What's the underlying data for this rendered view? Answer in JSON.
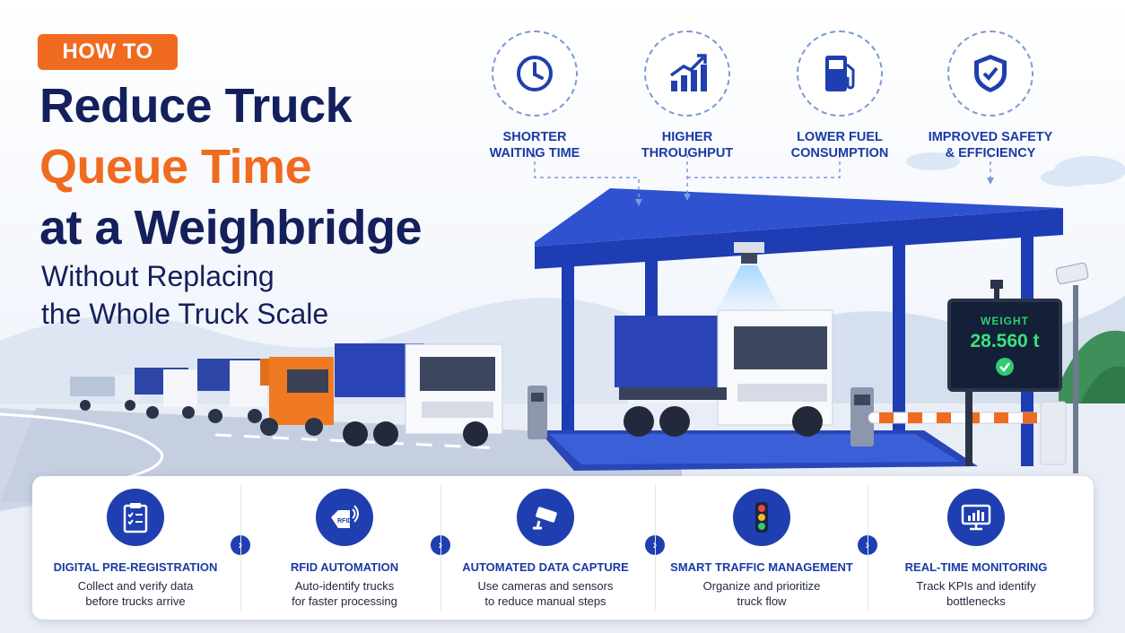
{
  "headline": {
    "badge": "HOW TO",
    "line1": "Reduce Truck",
    "line2": "Queue Time",
    "line3": "at a Weighbridge",
    "sub1": "Without Replacing",
    "sub2": "the Whole Truck Scale"
  },
  "benefits": [
    {
      "icon": "clock-icon",
      "line1": "SHORTER",
      "line2": "WAITING TIME"
    },
    {
      "icon": "growth-chart-icon",
      "line1": "HIGHER",
      "line2": "THROUGHPUT"
    },
    {
      "icon": "fuel-pump-icon",
      "line1": "LOWER FUEL",
      "line2": "CONSUMPTION"
    },
    {
      "icon": "shield-check-icon",
      "line1": "IMPROVED SAFETY",
      "line2": "& EFFICIENCY"
    }
  ],
  "display": {
    "label": "WEIGHT",
    "value": "28.560 t",
    "status_icon": "check-circle-icon"
  },
  "steps": [
    {
      "icon": "clipboard-checklist-icon",
      "title": "DIGITAL PRE-REGISTRATION",
      "desc1": "Collect and verify data",
      "desc2": "before trucks arrive"
    },
    {
      "icon": "rfid-tag-icon",
      "title": "RFID AUTOMATION",
      "desc1": "Auto-identify trucks",
      "desc2": "for faster processing"
    },
    {
      "icon": "camera-icon",
      "title": "AUTOMATED DATA CAPTURE",
      "desc1": "Use cameras and sensors",
      "desc2": "to reduce manual steps"
    },
    {
      "icon": "traffic-light-icon",
      "title": "SMART TRAFFIC MANAGEMENT",
      "desc1": "Organize and prioritize",
      "desc2": "truck flow"
    },
    {
      "icon": "monitor-chart-icon",
      "title": "REAL-TIME MONITORING",
      "desc1": "Track KPIs and identify",
      "desc2": "bottlenecks"
    }
  ],
  "colors": {
    "navy": "#14205c",
    "orange": "#f06a1f",
    "blue": "#1f3fb0",
    "green": "#2ecc71"
  }
}
